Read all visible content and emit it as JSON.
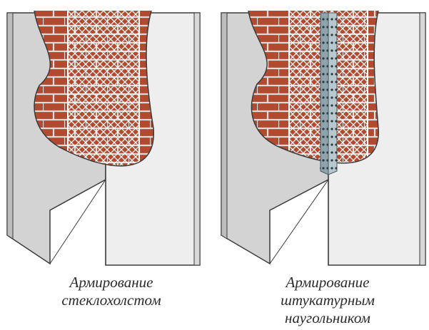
{
  "figure": {
    "left_panel": {
      "caption": [
        "Армирование",
        "стеклохолстом"
      ],
      "reinforcement": "fiberglass-mesh"
    },
    "right_panel": {
      "caption": [
        "Армирование",
        "штукатурным",
        "наугольником"
      ],
      "reinforcement": "fiberglass-mesh + perforated-corner-bead"
    }
  },
  "colors": {
    "plaster_left_face": "#d3d3d3",
    "plaster_right_face": "#eeeeee",
    "wall_outline": "#3a3a3a",
    "brick": "#b24a30",
    "mortar": "#dddddd",
    "mesh": "#ffffff",
    "corner_bead": "#9fb3bb",
    "corner_bead_holes": "#2a3a40"
  }
}
